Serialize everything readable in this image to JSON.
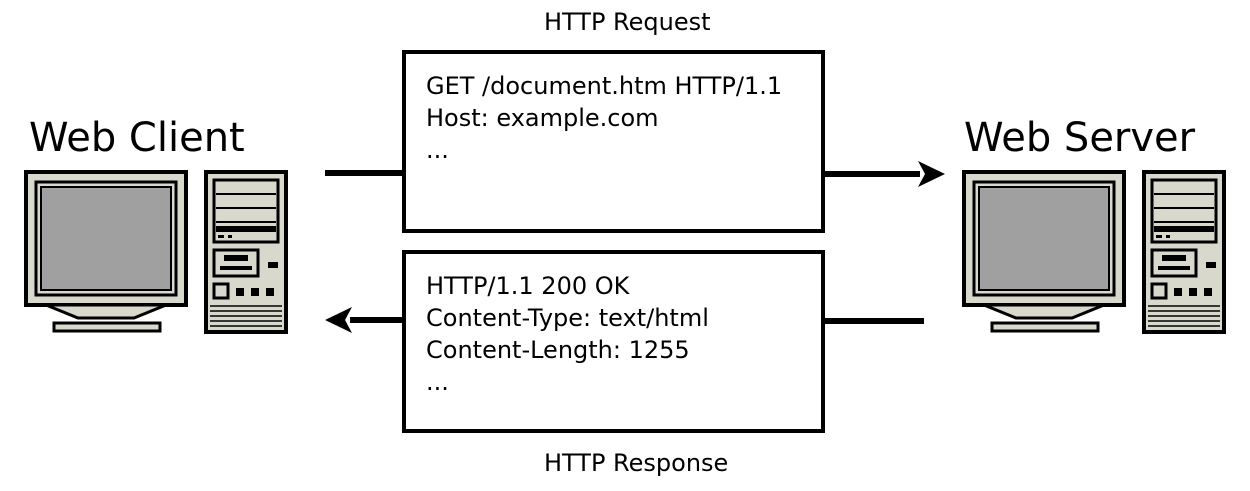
{
  "request": {
    "caption": "HTTP Request",
    "lines": [
      "GET /document.htm HTTP/1.1",
      "Host: example.com",
      "..."
    ]
  },
  "response": {
    "caption": "HTTP Response",
    "lines": [
      "HTTP/1.1 200 OK",
      "Content-Type: text/html",
      "Content-Length: 1255",
      "..."
    ]
  },
  "client": {
    "title": "Web Client",
    "icon": "desktop-computer-icon"
  },
  "server": {
    "title": "Web Server",
    "icon": "desktop-computer-icon"
  },
  "colors": {
    "line": "#000000",
    "case": "#d8d8cc",
    "screen": "#a0a0a0",
    "background": "#ffffff"
  }
}
